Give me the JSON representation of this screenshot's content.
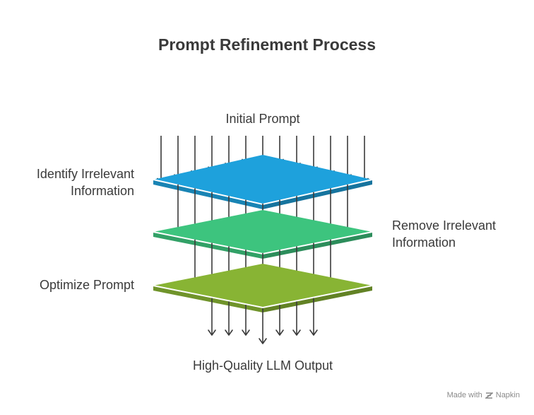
{
  "title": "Prompt Refinement Process",
  "input_label": "Initial Prompt",
  "output_label": "High-Quality LLM Output",
  "layers": [
    {
      "label_lines": [
        "Identify Irrelevant",
        "Information"
      ],
      "color": "#1ea1dc",
      "side": "left"
    },
    {
      "label_lines": [
        "Remove Irrelevant",
        "Information"
      ],
      "color": "#3dc47e",
      "side": "right"
    },
    {
      "label_lines": [
        "Optimize Prompt"
      ],
      "color": "#88b434",
      "side": "left"
    }
  ],
  "badge": {
    "prefix": "Made with",
    "brand": "Napkin",
    "icon": "napkin-logo-icon"
  },
  "colors": {
    "text": "#3a3a3a",
    "arrow": "#3a3a3a",
    "badge": "#8a8a8a"
  }
}
